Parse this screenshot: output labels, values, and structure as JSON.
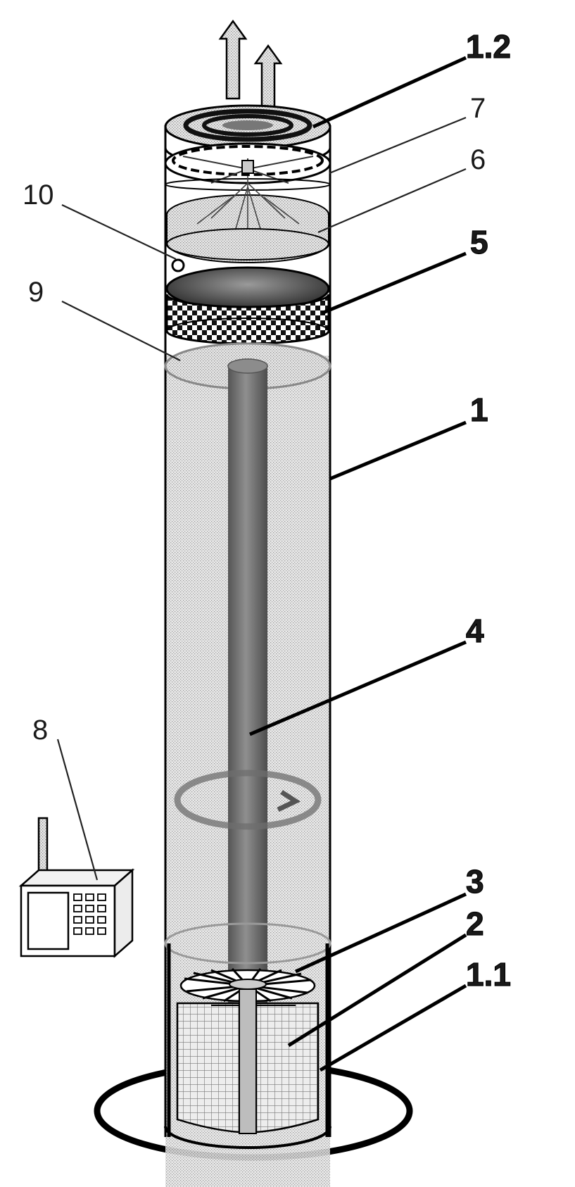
{
  "labels": {
    "l_1_2": "1.2",
    "l_7": "7",
    "l_6": "6",
    "l_10": "10",
    "l_5": "5",
    "l_9": "9",
    "l_1": "1",
    "l_4": "4",
    "l_8": "8",
    "l_3": "3",
    "l_2": "2",
    "l_1_1": "1.1"
  }
}
